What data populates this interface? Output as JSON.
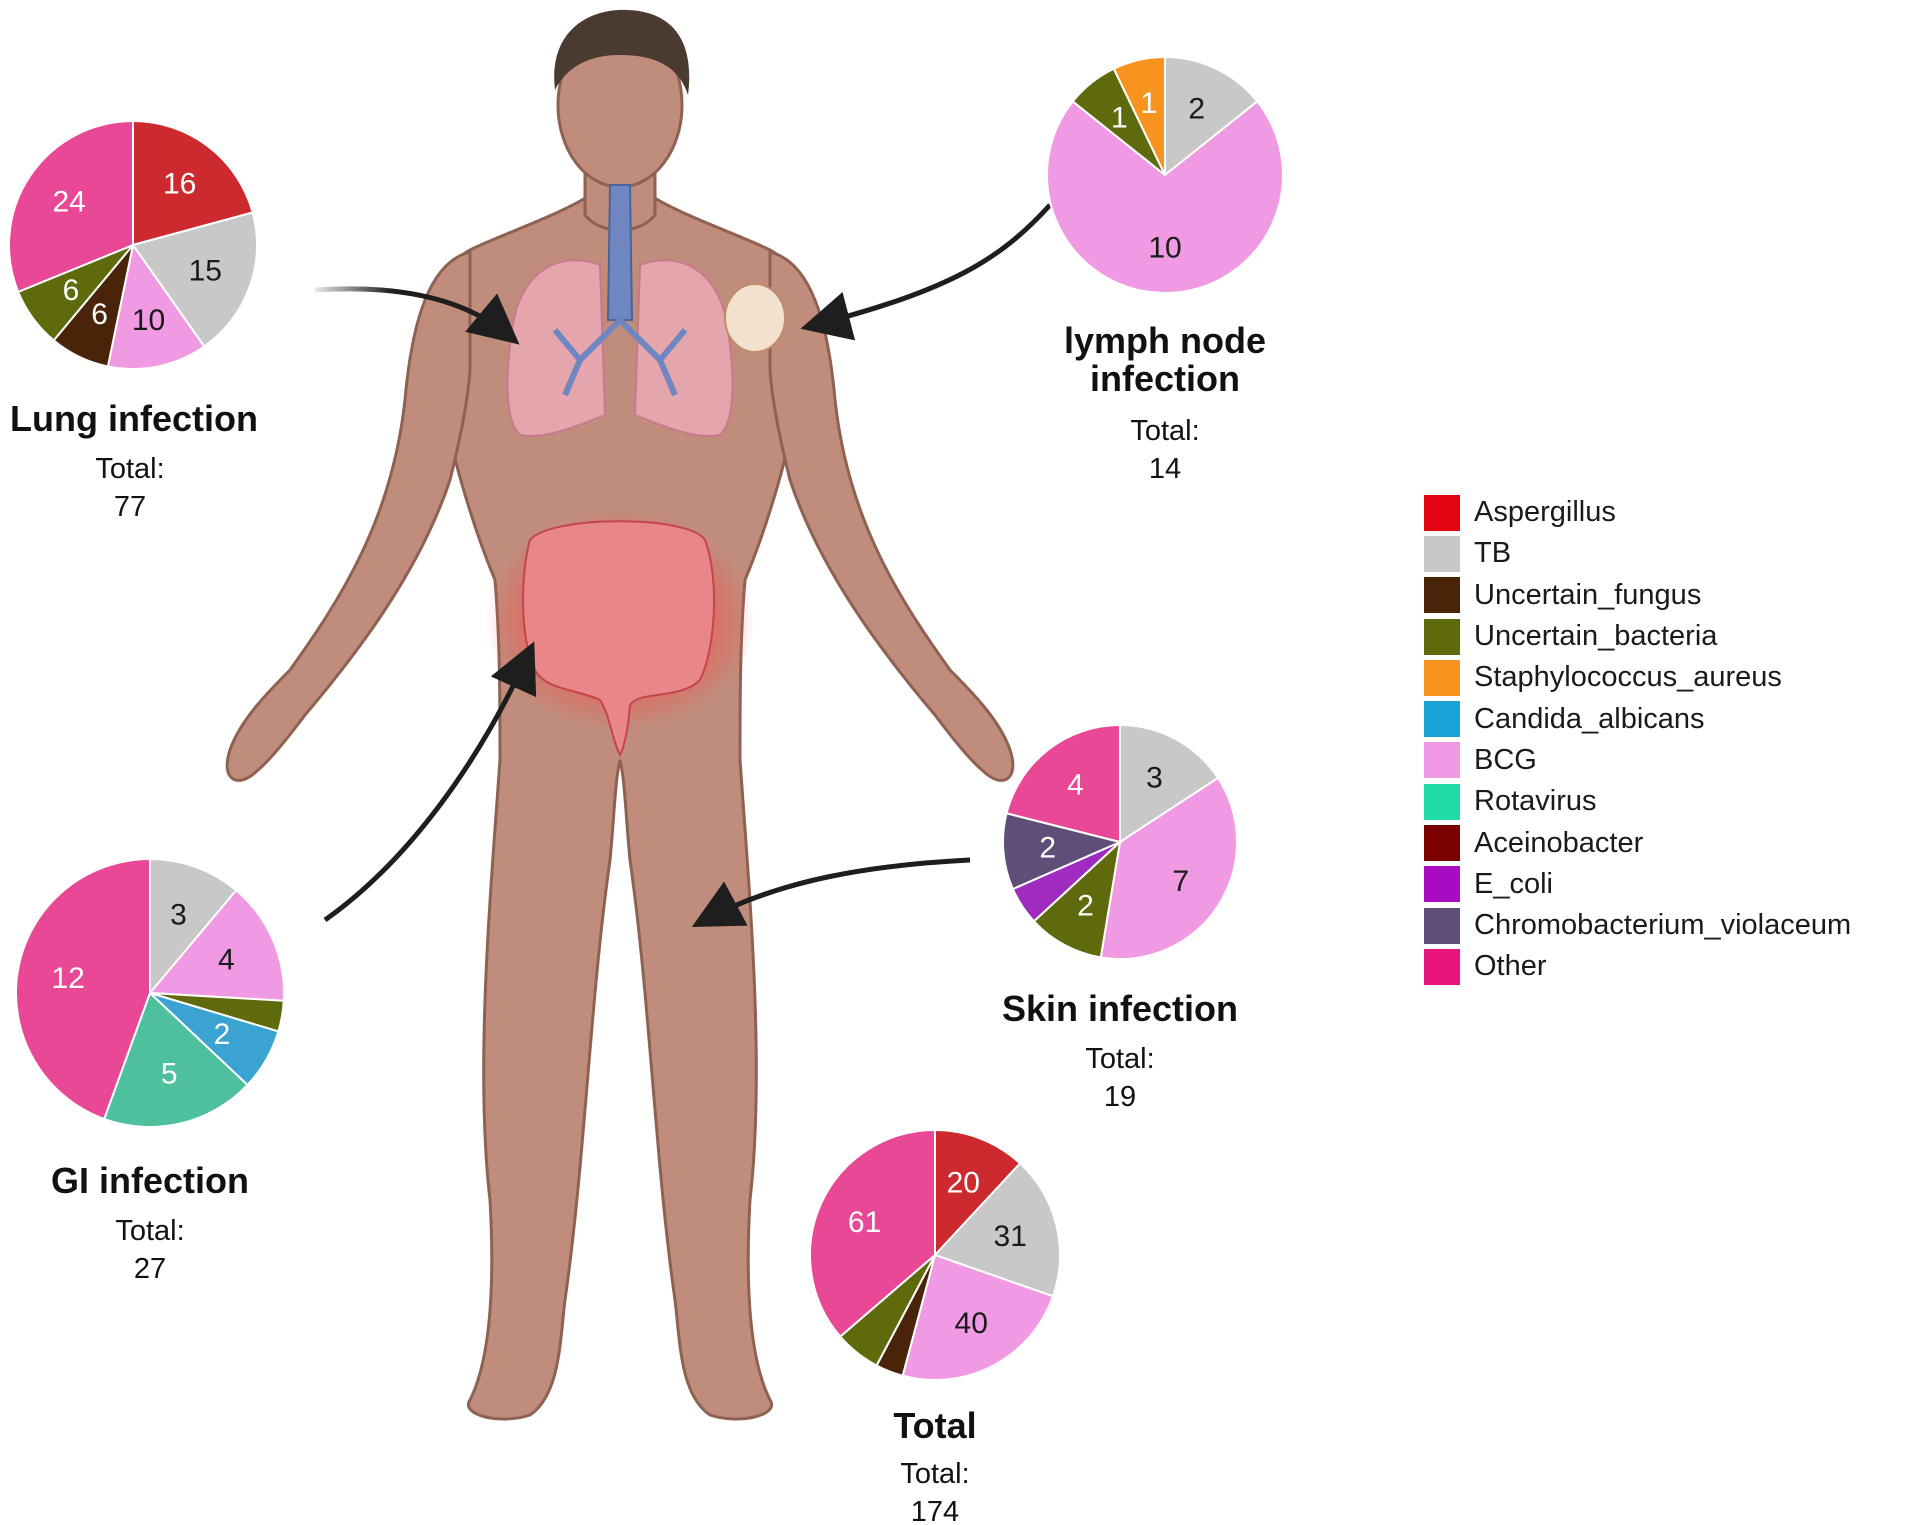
{
  "legend": [
    {
      "name": "Aspergillus",
      "color": "#e3050f"
    },
    {
      "name": "TB",
      "color": "#c8c8c8"
    },
    {
      "name": "Uncertain_fungus",
      "color": "#4a2408"
    },
    {
      "name": "Uncertain_bacteria",
      "color": "#5e6a0c"
    },
    {
      "name": "Staphylococcus_aureus",
      "color": "#f7931e"
    },
    {
      "name": "Candida_albicans",
      "color": "#1aa3d6"
    },
    {
      "name": "BCG",
      "color": "#f09ae3"
    },
    {
      "name": "Rotavirus",
      "color": "#1fdca6"
    },
    {
      "name": "Aceinobacter",
      "color": "#7b0000"
    },
    {
      "name": "E_coli",
      "color": "#a90bc3"
    },
    {
      "name": "Chromobacterium_violaceum",
      "color": "#5e4e78"
    },
    {
      "name": "Other",
      "color": "#e6147c"
    }
  ],
  "chart_data": [
    {
      "type": "pie",
      "title": "Lung infection",
      "total_label": "Total:",
      "total": "77",
      "slices": [
        {
          "category": "Aspergillus",
          "value": 16,
          "label": "16",
          "color": "#cc2a2f",
          "label_color": "#ffffff"
        },
        {
          "category": "TB",
          "value": 15,
          "label": "15",
          "color": "#c8c8c8",
          "label_color": "#1a1a1a"
        },
        {
          "category": "BCG",
          "value": 10,
          "label": "10",
          "color": "#f09ae3",
          "label_color": "#1a1a1a"
        },
        {
          "category": "Uncertain_fungus",
          "value": 6,
          "label": "6",
          "color": "#4a2408",
          "label_color": "#ffffff"
        },
        {
          "category": "Uncertain_bacteria",
          "value": 6,
          "label": "6",
          "color": "#5e6a0c",
          "label_color": "#ffffff"
        },
        {
          "category": "Other",
          "value": 24,
          "label": "24",
          "color": "#e84895",
          "label_color": "#ffffff"
        }
      ]
    },
    {
      "type": "pie",
      "title": "lymph node infection",
      "total_label": "Total:",
      "total": "14",
      "slices": [
        {
          "category": "TB",
          "value": 2,
          "label": "2",
          "color": "#c8c8c8",
          "label_color": "#1a1a1a"
        },
        {
          "category": "BCG",
          "value": 10,
          "label": "10",
          "color": "#f09ae3",
          "label_color": "#1a1a1a"
        },
        {
          "category": "Uncertain_bacteria",
          "value": 1,
          "label": "1",
          "color": "#5e6a0c",
          "label_color": "#ffffff"
        },
        {
          "category": "Staphylococcus_aureus",
          "value": 1,
          "label": "1",
          "color": "#f7931e",
          "label_color": "#ffffff"
        }
      ]
    },
    {
      "type": "pie",
      "title": "Skin infection",
      "total_label": "Total:",
      "total": "19",
      "slices": [
        {
          "category": "TB",
          "value": 3,
          "label": "3",
          "color": "#c8c8c8",
          "label_color": "#1a1a1a"
        },
        {
          "category": "BCG",
          "value": 7,
          "label": "7",
          "color": "#f09ae3",
          "label_color": "#1a1a1a"
        },
        {
          "category": "Uncertain_bacteria",
          "value": 2,
          "label": "2",
          "color": "#5e6a0c",
          "label_color": "#ffffff"
        },
        {
          "category": "E_coli",
          "value": 1,
          "label": "",
          "color": "#a02bbf",
          "label_color": "#ffffff"
        },
        {
          "category": "Chromobacterium_violaceum",
          "value": 2,
          "label": "2",
          "color": "#5e4e78",
          "label_color": "#ffffff"
        },
        {
          "category": "Other",
          "value": 4,
          "label": "4",
          "color": "#e84895",
          "label_color": "#ffffff"
        }
      ]
    },
    {
      "type": "pie",
      "title": "GI infection",
      "total_label": "Total:",
      "total": "27",
      "slices": [
        {
          "category": "TB",
          "value": 3,
          "label": "3",
          "color": "#c8c8c8",
          "label_color": "#1a1a1a"
        },
        {
          "category": "BCG",
          "value": 4,
          "label": "4",
          "color": "#f09ae3",
          "label_color": "#1a1a1a"
        },
        {
          "category": "Uncertain_bacteria",
          "value": 1,
          "label": "",
          "color": "#5e6a0c",
          "label_color": "#ffffff"
        },
        {
          "category": "Candida_albicans",
          "value": 2,
          "label": "2",
          "color": "#3aa3d2",
          "label_color": "#ffffff"
        },
        {
          "category": "Rotavirus",
          "value": 5,
          "label": "5",
          "color": "#4ec09e",
          "label_color": "#ffffff"
        },
        {
          "category": "Other",
          "value": 12,
          "label": "12",
          "color": "#e84895",
          "label_color": "#ffffff"
        }
      ]
    },
    {
      "type": "pie",
      "title": "Total",
      "total_label": "Total:",
      "total": "174",
      "slices": [
        {
          "category": "Aspergillus",
          "value": 20,
          "label": "20",
          "color": "#cc2a2f",
          "label_color": "#ffffff"
        },
        {
          "category": "TB",
          "value": 31,
          "label": "31",
          "color": "#c8c8c8",
          "label_color": "#1a1a1a"
        },
        {
          "category": "BCG",
          "value": 40,
          "label": "40",
          "color": "#f09ae3",
          "label_color": "#1a1a1a"
        },
        {
          "category": "Uncertain_fungus",
          "value": 6,
          "label": "",
          "color": "#4a2408",
          "label_color": "#ffffff"
        },
        {
          "category": "Uncertain_bacteria",
          "value": 10,
          "label": "",
          "color": "#5e6a0c",
          "label_color": "#ffffff"
        },
        {
          "category": "Other",
          "value": 61,
          "label": "61",
          "color": "#e84895",
          "label_color": "#ffffff"
        }
      ]
    }
  ]
}
